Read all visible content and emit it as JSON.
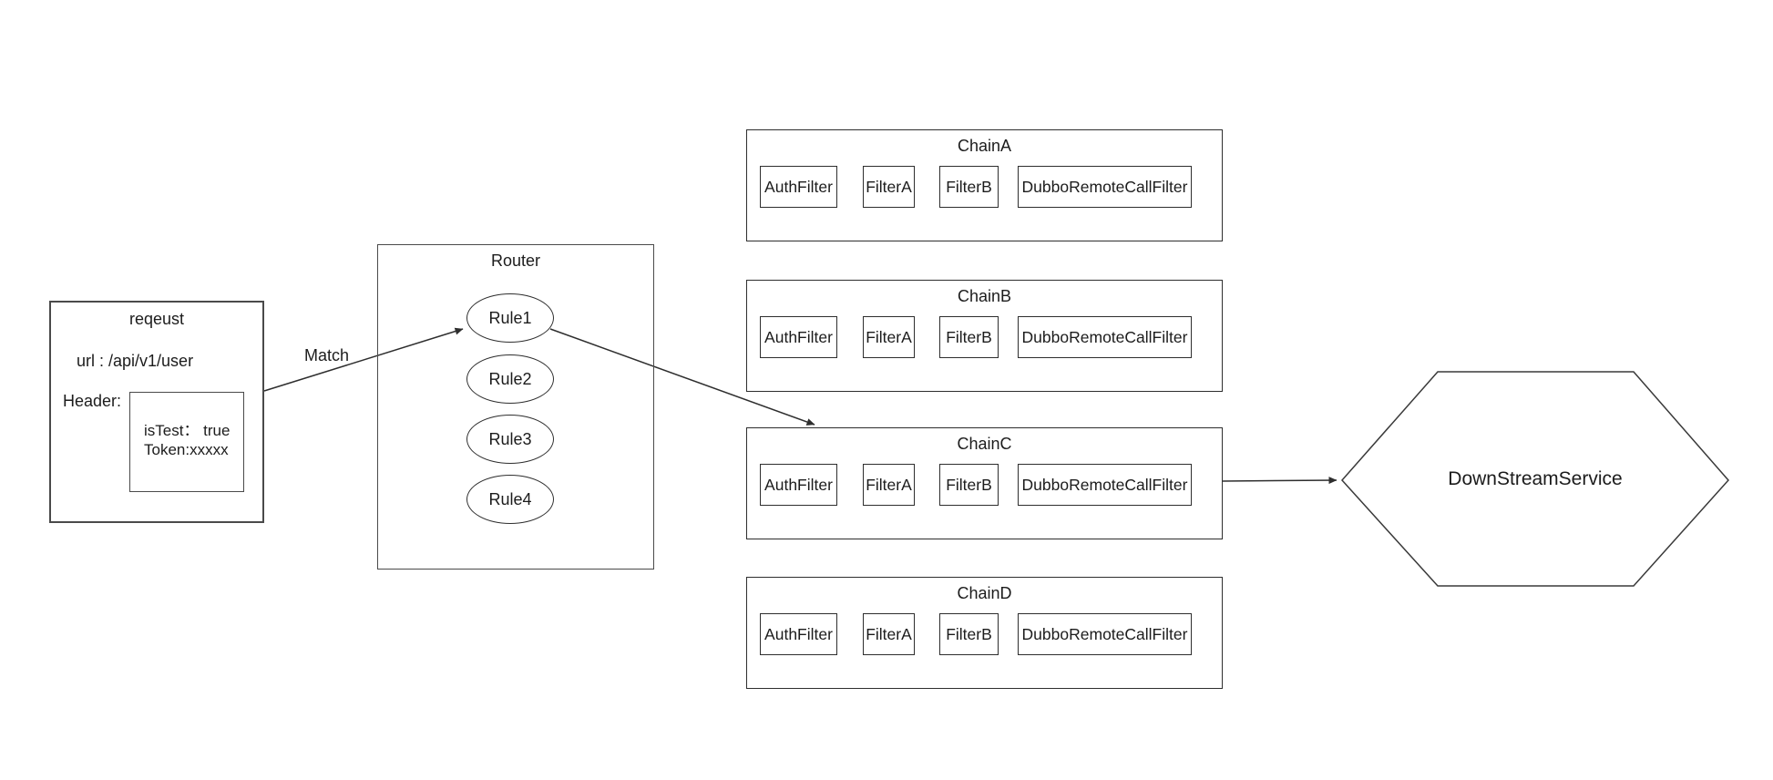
{
  "canvas": {
    "background": "#ffffff",
    "stroke": "#333333"
  },
  "request": {
    "title": "reqeust",
    "url_line": "url : /api/v1/user",
    "header_label": "Header:",
    "header_box_lines": [
      "isTest： true",
      "Token:xxxxx"
    ]
  },
  "router": {
    "title": "Router",
    "rules": [
      "Rule1",
      "Rule2",
      "Rule3",
      "Rule4"
    ]
  },
  "chains": [
    {
      "title": "ChainA",
      "filters": [
        "AuthFilter",
        "FilterA",
        "FilterB",
        "DubboRemoteCallFilter"
      ]
    },
    {
      "title": "ChainB",
      "filters": [
        "AuthFilter",
        "FilterA",
        "FilterB",
        "DubboRemoteCallFilter"
      ]
    },
    {
      "title": "ChainC",
      "filters": [
        "AuthFilter",
        "FilterA",
        "FilterB",
        "DubboRemoteCallFilter"
      ]
    },
    {
      "title": "ChainD",
      "filters": [
        "AuthFilter",
        "FilterA",
        "FilterB",
        "DubboRemoteCallFilter"
      ]
    }
  ],
  "downstream": {
    "label": "DownStreamService"
  },
  "connections": [
    {
      "from": "reqeust",
      "to": "Rule1",
      "label": "Match"
    },
    {
      "from": "Rule1",
      "to": "ChainC",
      "label": ""
    },
    {
      "from": "ChainC",
      "to": "DownStreamService",
      "label": ""
    }
  ]
}
